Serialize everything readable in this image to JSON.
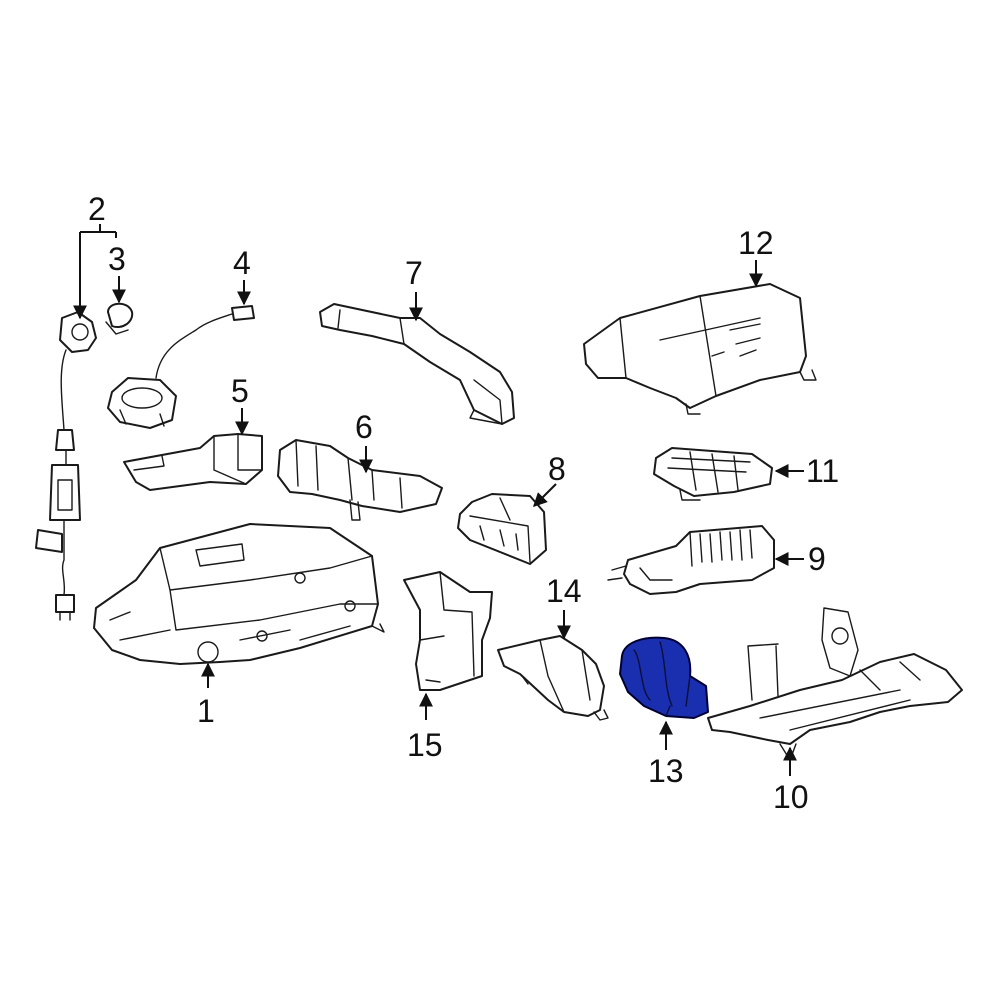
{
  "colors": {
    "line": "#1a1a1a",
    "highlight": "#1a2fb0",
    "background": "#ffffff"
  },
  "highlighted_part": "13",
  "callouts": [
    {
      "id": "1",
      "label": "1"
    },
    {
      "id": "2",
      "label": "2"
    },
    {
      "id": "3",
      "label": "3"
    },
    {
      "id": "4",
      "label": "4"
    },
    {
      "id": "5",
      "label": "5"
    },
    {
      "id": "6",
      "label": "6"
    },
    {
      "id": "7",
      "label": "7"
    },
    {
      "id": "8",
      "label": "8"
    },
    {
      "id": "9",
      "label": "9"
    },
    {
      "id": "10",
      "label": "10"
    },
    {
      "id": "11",
      "label": "11"
    },
    {
      "id": "12",
      "label": "12"
    },
    {
      "id": "13",
      "label": "13"
    },
    {
      "id": "14",
      "label": "14"
    },
    {
      "id": "15",
      "label": "15"
    }
  ]
}
